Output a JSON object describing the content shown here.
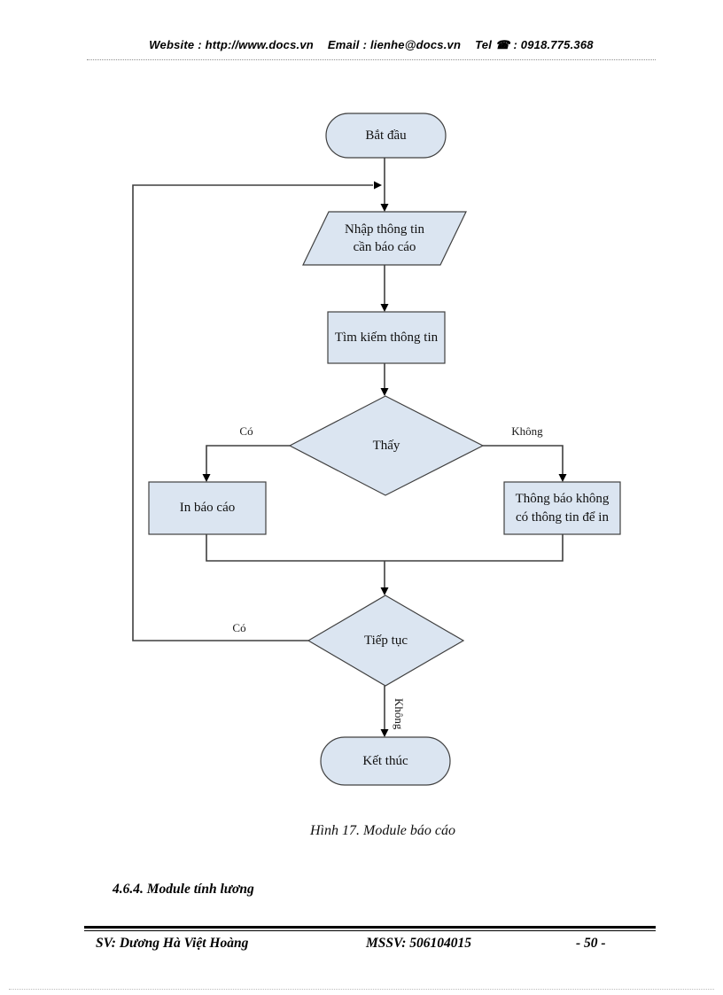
{
  "header": {
    "website_label": "Website",
    "website_value": ": http://www.docs.vn",
    "email_label": "Email",
    "email_value": ": lienhe@docs.vn",
    "tel_label": "Tel",
    "phone_icon": "☎",
    "tel_value": ": 0918.775.368"
  },
  "flowchart": {
    "start": "Bắt đầu",
    "input": {
      "line1": "Nhập thông tin",
      "line2": "cần báo cáo"
    },
    "search": "Tìm kiếm thông tin",
    "decision_found": "Thấy",
    "found_yes": "Có",
    "found_no": "Không",
    "print": "In báo cáo",
    "notify": {
      "line1": "Thông báo không",
      "line2": "có thông tin để in"
    },
    "decision_continue": "Tiếp tục",
    "continue_yes": "Có",
    "continue_no": "Không",
    "end": "Kết thúc"
  },
  "caption": "Hình 17. Module báo cáo",
  "section_heading": "4.6.4. Module tính lương",
  "footer": {
    "student": "SV: Dương Hà Việt Hoàng",
    "student_id": "MSSV: 506104015",
    "page_number": "- 50 -"
  },
  "colors": {
    "shape_fill": "#dbe5f1",
    "shape_border": "#404040",
    "connector": "#3f3f3f"
  }
}
